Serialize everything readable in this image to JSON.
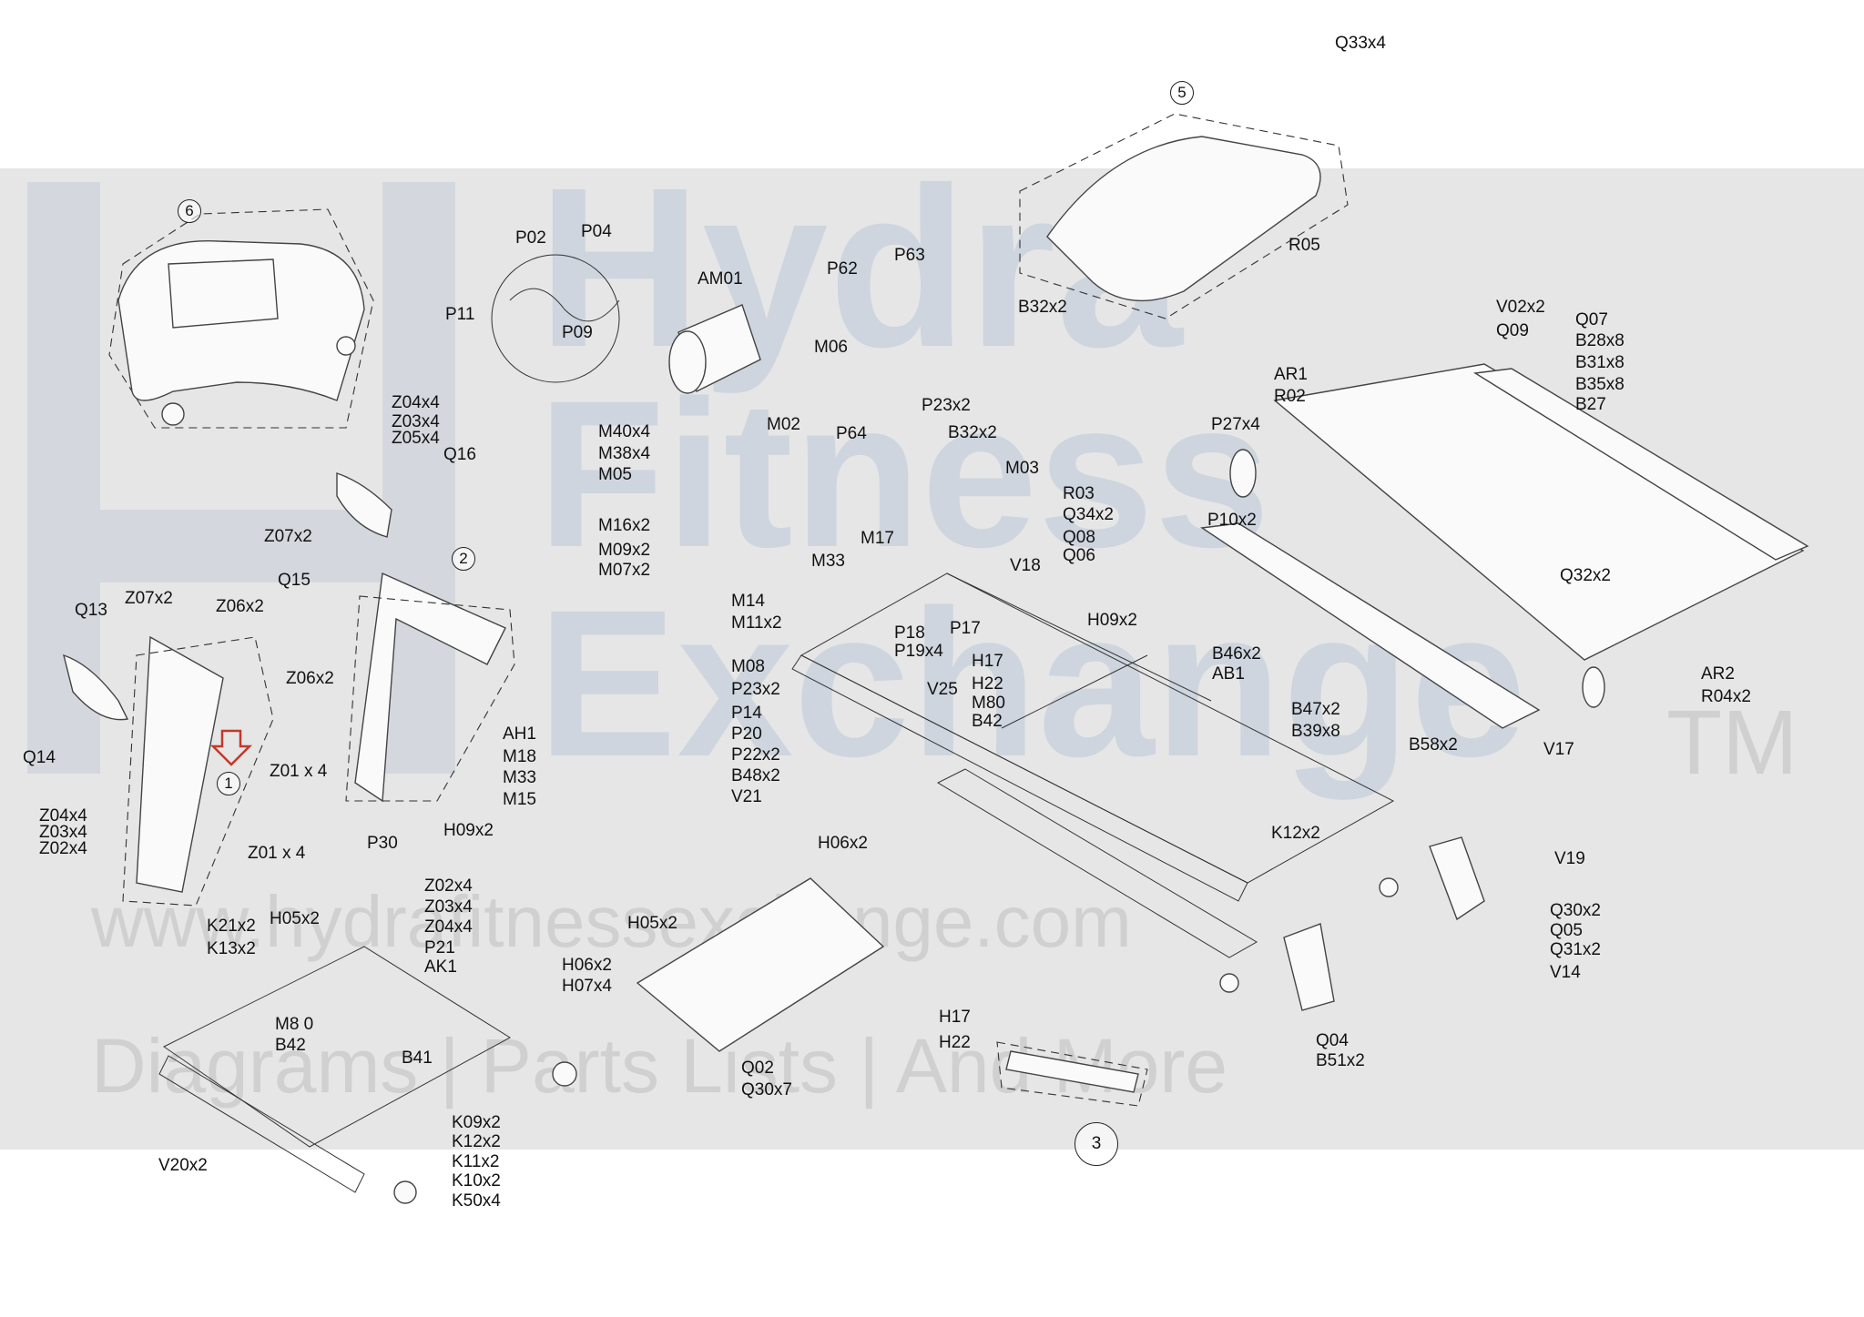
{
  "watermark": {
    "line1": "Hydra",
    "line2": "Fitness",
    "line3": "Exchange",
    "tm": "TM",
    "url": "www.hydrafitnessexchange.com",
    "tagline": "Diagrams | Parts Lists | And More",
    "colors": {
      "band": "#e6e6e6",
      "brand": "#c9d2dd",
      "arrow": "#c0392b"
    }
  },
  "assemblies": [
    "1",
    "2",
    "3",
    "5",
    "6"
  ],
  "labels": [
    "Q33x4",
    "R05",
    "B32x2",
    "V02x2",
    "Q09",
    "Q07",
    "B28x8",
    "B31x8",
    "B35x8",
    "B27",
    "AR1",
    "R02",
    "P27x4",
    "R03",
    "Q34x2",
    "Q08",
    "Q06",
    "P10x2",
    "Q32x2",
    "P02",
    "P04",
    "P11",
    "P09",
    "AM01",
    "P62",
    "P63",
    "M06",
    "Z04x4",
    "Z03x4",
    "Z05x4",
    "Q16",
    "M40x4",
    "M38x4",
    "M05",
    "M02",
    "P64",
    "P23x2",
    "B32x2",
    "M03",
    "M16x2",
    "M09x2",
    "M07x2",
    "M17",
    "M33",
    "V18",
    "Z07x2",
    "Q15",
    "Q13",
    "Z07x2",
    "Z06x2",
    "Z06x2",
    "Q14",
    "M14",
    "M11x2",
    "H09x2",
    "P18",
    "P19x4",
    "P17",
    "M08",
    "P23x2",
    "H17",
    "B46x2",
    "AB1",
    "H22",
    "V25",
    "P14",
    "M80",
    "B47x2",
    "P20",
    "B42",
    "B39x8",
    "AR2",
    "R04x2",
    "P22x2",
    "B48x2",
    "V17",
    "V21",
    "B58x2",
    "Z01 x 4",
    "AH1",
    "M18",
    "M33",
    "M15",
    "Z04x4",
    "Z03x4",
    "Z02x4",
    "Z01 x 4",
    "P30",
    "H09x2",
    "H06x2",
    "K12x2",
    "V19",
    "Q30x2",
    "Q05",
    "Q31x2",
    "V14",
    "Z02x4",
    "Z03x4",
    "Z04x4",
    "K21x2",
    "H05x2",
    "H05x2",
    "K13x2",
    "P21",
    "AK1",
    "H06x2",
    "H07x4",
    "M8 0",
    "B42",
    "B41",
    "H17",
    "H22",
    "Q04",
    "B51x2",
    "Q02",
    "Q30x7",
    "K09x2",
    "K12x2",
    "V20x2",
    "K11x2",
    "K10x2",
    "K50x4"
  ]
}
